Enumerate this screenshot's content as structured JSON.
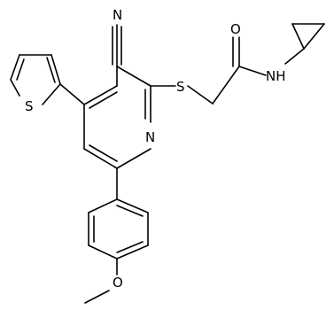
{
  "molecule": {
    "atoms": {
      "cyano_n": "N",
      "thioether_s": "S",
      "thiophene_s": "S",
      "amide_o": "O",
      "amide_nh": "NH",
      "pyridine_n": "N",
      "methoxy_o": "O"
    },
    "colors": {
      "bond": "#000000",
      "label": "#000000",
      "background": "#ffffff"
    }
  }
}
